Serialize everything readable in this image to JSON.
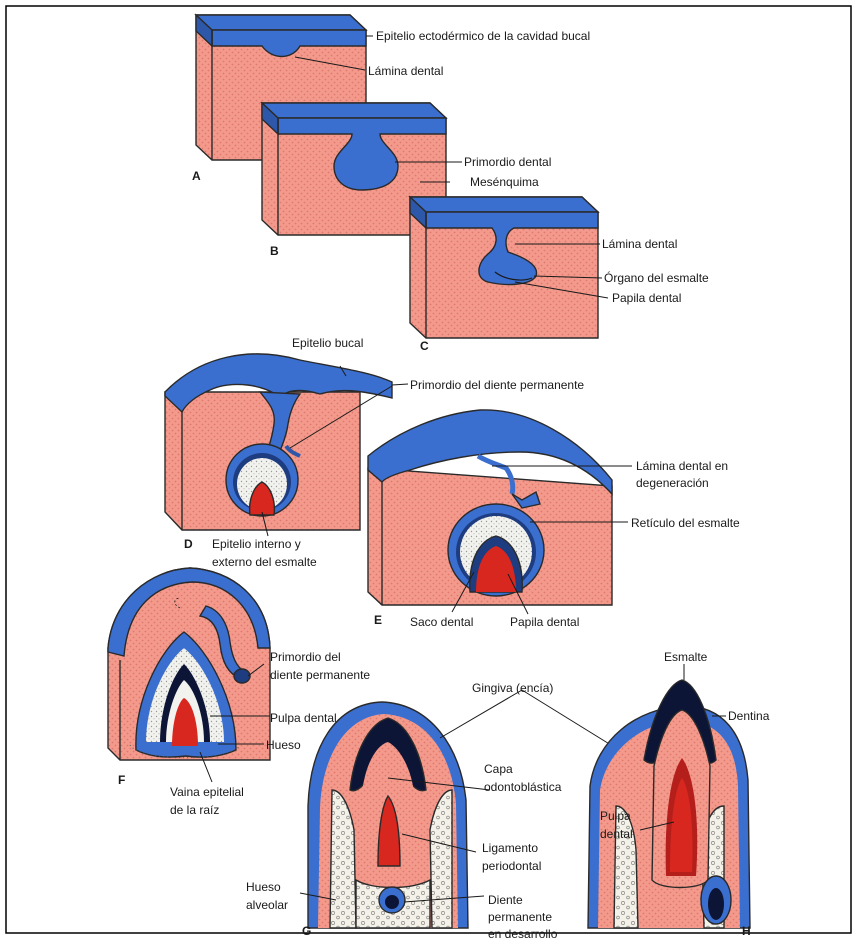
{
  "figure": {
    "panels": {
      "A": {
        "letter": "A",
        "labels": {
          "epitelio": "Epitelio ectodérmico de la cavidad bucal",
          "lamina": "Lámina dental"
        }
      },
      "B": {
        "letter": "B",
        "labels": {
          "primordio": "Primordio dental",
          "mesenquima": "Mesénquima"
        }
      },
      "C": {
        "letter": "C",
        "labels": {
          "lamina": "Lámina dental",
          "organo": "Órgano del esmalte",
          "papila": "Papila dental"
        }
      },
      "D": {
        "letter": "D",
        "labels": {
          "epitelio_bucal": "Epitelio bucal",
          "primordio_permanente": "Primordio del diente permanente",
          "epitelio_interno_1": "Epitelio interno y",
          "epitelio_interno_2": "externo del esmalte"
        }
      },
      "E": {
        "letter": "E",
        "labels": {
          "lamina_degen_1": "Lámina dental en",
          "lamina_degen_2": "degeneración",
          "reticulo": "Retículo del esmalte",
          "saco": "Saco dental",
          "papila": "Papila dental"
        }
      },
      "F": {
        "letter": "F",
        "labels": {
          "primordio_1": "Primordio del",
          "primordio_2": "diente permanente",
          "pulpa": "Pulpa dental",
          "hueso": "Hueso",
          "vaina_1": "Vaina epitelial",
          "vaina_2": "de la raíz"
        }
      },
      "G": {
        "letter": "G",
        "labels": {
          "gingiva": "Gingiva (encía)",
          "capa_1": "Capa",
          "capa_2": "odontoblástica",
          "ligamento_1": "Ligamento",
          "ligamento_2": "periodontal",
          "hueso_1": "Hueso",
          "hueso_2": "alveolar",
          "diente_1": "Diente",
          "diente_2": "permanente",
          "diente_3": "en desarrollo"
        }
      },
      "H": {
        "letter": "H",
        "labels": {
          "esmalte": "Esmalte",
          "dentina": "Dentina",
          "pulpa_1": "Pulpa",
          "pulpa_2": "dental"
        }
      }
    },
    "colors": {
      "epithelium_blue": "#3a6fd0",
      "mesenchyme_pink": "#f39a8c",
      "papilla_red": "#d8271f",
      "enamel_dark": "#0d1536",
      "reticulum_white": "#f2f2ee",
      "bone_cream": "#f4f1e8"
    }
  }
}
